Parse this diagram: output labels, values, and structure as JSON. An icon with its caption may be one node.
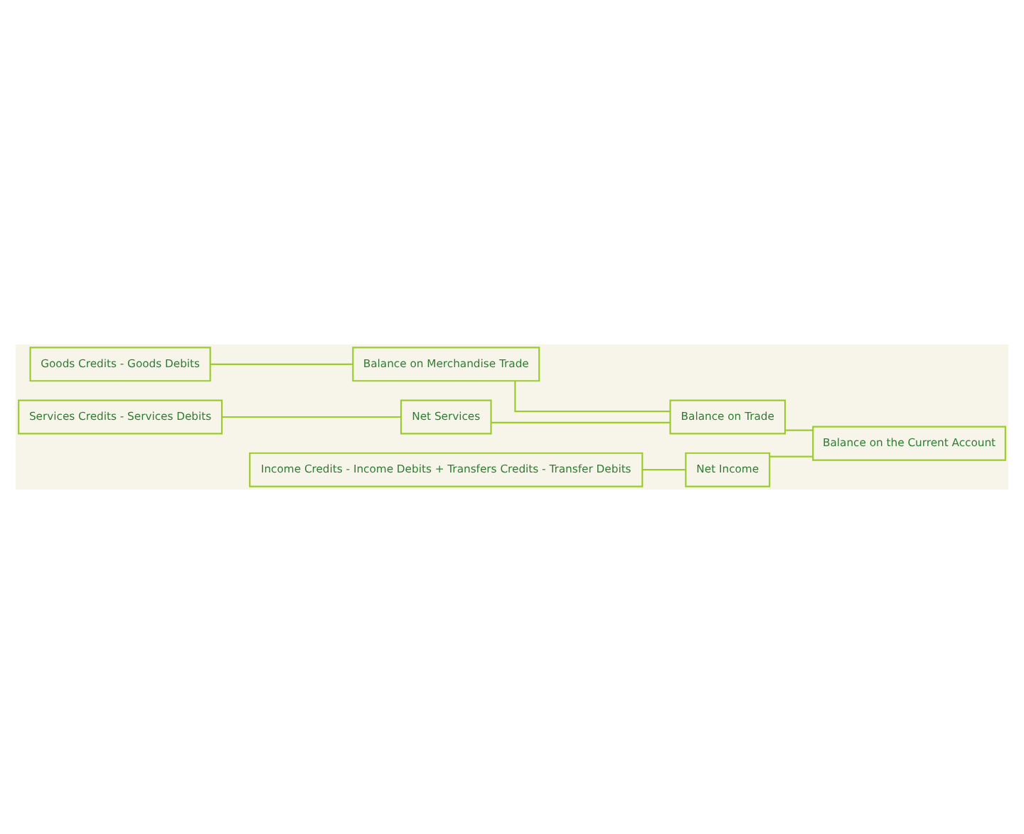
{
  "diagram": {
    "nodes": [
      {
        "text": [
          "Goods Credits - Goods Debits"
        ]
      },
      {
        "text": [
          "Balance on Merchandise Trade"
        ]
      },
      {
        "text": [
          "Balance on Trade"
        ]
      },
      {
        "text": [
          "Services Credits - Services Debits"
        ]
      },
      {
        "text": [
          "Net Services"
        ]
      },
      {
        "text": [
          "Balance on the Current Account"
        ]
      },
      {
        "text": [
          "Income Credits - Income Debits + Transfers Credits - Transfer Debits"
        ]
      },
      {
        "text": [
          "Net Income"
        ]
      }
    ],
    "edges": [
      {
        "from": 0,
        "to": 1,
        "arrow": "none"
      },
      {
        "from": 1,
        "to": 2,
        "arrow": "none"
      },
      {
        "from": 3,
        "to": 4,
        "arrow": "none"
      },
      {
        "from": 4,
        "to": 2,
        "arrow": "none"
      },
      {
        "from": 2,
        "to": 5,
        "arrow": "none"
      },
      {
        "from": 6,
        "to": 7,
        "arrow": "none"
      },
      {
        "from": 7,
        "to": 5,
        "arrow": "none"
      }
    ]
  }
}
